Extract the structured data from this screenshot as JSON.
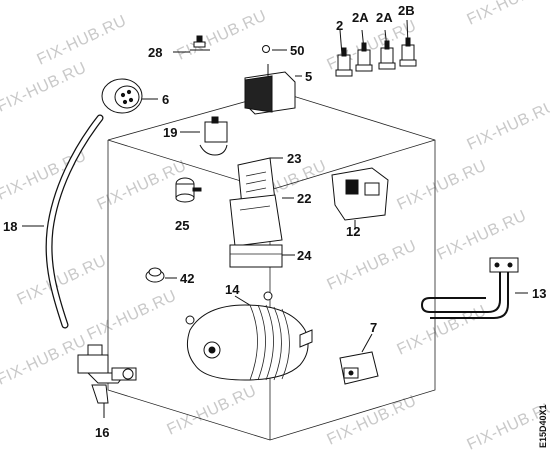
{
  "diagram_code": "E15D40X1",
  "watermark": "FIX-HUB.RU",
  "callouts": {
    "c2": "2",
    "c2a_1": "2A",
    "c2a_2": "2A",
    "c2b": "2B",
    "c28": "28",
    "c50": "50",
    "c5": "5",
    "c6": "6",
    "c19": "19",
    "c23": "23",
    "c22": "22",
    "c25": "25",
    "c24": "24",
    "c12": "12",
    "c18": "18",
    "c42": "42",
    "c14": "14",
    "c13": "13",
    "c7": "7",
    "c16": "16"
  }
}
